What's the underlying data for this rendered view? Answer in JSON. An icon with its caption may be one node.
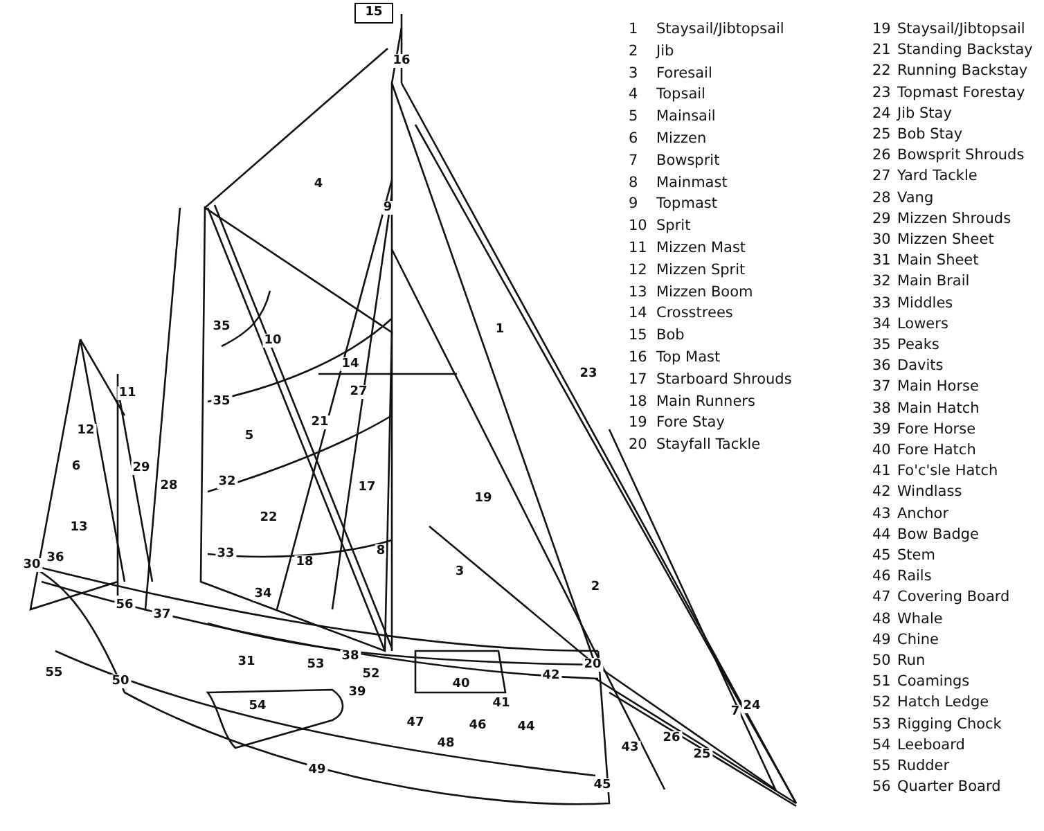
{
  "diagram": {
    "nodes": [
      {
        "text": [
          "15"
        ]
      }
    ],
    "labels": [
      "16",
      "4",
      "9",
      "35",
      "1",
      "10",
      "14",
      "23",
      "27",
      "35",
      "21",
      "5",
      "11",
      "12",
      "6",
      "29",
      "17",
      "32",
      "28",
      "19",
      "22",
      "13",
      "8",
      "36",
      "33",
      "30",
      "18",
      "3",
      "2",
      "34",
      "56",
      "37",
      "38",
      "31",
      "55",
      "50",
      "53",
      "52",
      "42",
      "20",
      "54",
      "39",
      "40",
      "41",
      "7",
      "24",
      "47",
      "46",
      "44",
      "26",
      "48",
      "43",
      "25",
      "49",
      "45",
      "1",
      "Staysail/Jibtopsail",
      "2",
      "Jib",
      "3",
      "Foresail",
      "4",
      "Topsail",
      "5",
      "Mainsail",
      "6",
      "Mizzen",
      "7",
      "Bowsprit",
      "8",
      "Mainmast",
      "9",
      "Topmast",
      "10",
      "Sprit",
      "11",
      "Mizzen Mast",
      "12",
      "Mizzen Sprit",
      "13",
      "Mizzen Boom",
      "14",
      "Crosstrees",
      "15",
      "Bob",
      "16",
      "Top Mast",
      "17",
      "Starboard Shrouds",
      "18",
      "Main Runners",
      "19",
      "Fore Stay",
      "20",
      "Stayfall Tackle",
      "19",
      "Staysail/Jibtopsail",
      "21",
      "Standing Backstay",
      "22",
      "Running Backstay",
      "23",
      "Topmast Forestay",
      "24",
      "Jib Stay",
      "25",
      "Bob Stay",
      "26",
      "Bowsprit Shrouds",
      "27",
      "Yard Tackle",
      "28",
      "Vang",
      "29",
      "Mizzen Shrouds",
      "30",
      "Mizzen Sheet",
      "31",
      "Main Sheet",
      "32",
      "Main Brail",
      "33",
      "Middles",
      "34",
      "Lowers",
      "35",
      "Peaks",
      "36",
      "Davits",
      "37",
      "Main Horse",
      "38",
      "Main Hatch",
      "39",
      "Fore Horse",
      "40",
      "Fore Hatch",
      "41",
      "Fo'c'sle Hatch",
      "42",
      "Windlass",
      "43",
      "Anchor",
      "44",
      "Bow Badge",
      "45",
      "Stem",
      "46",
      "Rails",
      "47",
      "Covering Board",
      "48",
      "Whale",
      "49",
      "Chine",
      "50",
      "Run",
      "51",
      "Coamings",
      "52",
      "Hatch Ledge",
      "53",
      "Rigging Chock",
      "54",
      "Leeboard",
      "55",
      "Rudder",
      "56",
      "Quarter Board"
    ]
  }
}
